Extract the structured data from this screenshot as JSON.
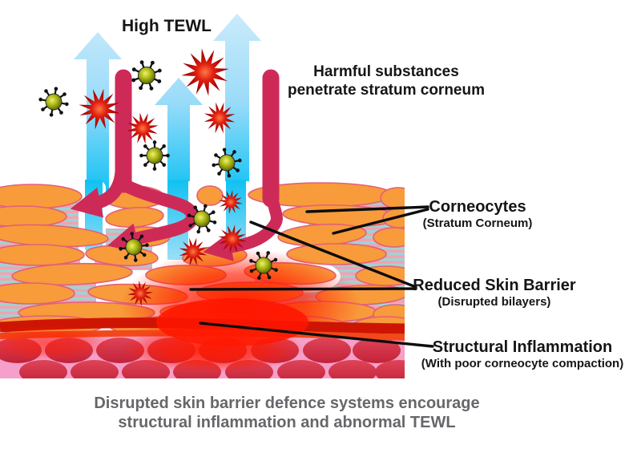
{
  "title": {
    "high_tewl": "High TEWL"
  },
  "annotations": {
    "harmful_line1": "Harmful substances",
    "harmful_line2": "penetrate stratum corneum"
  },
  "labels": {
    "corneocytes": {
      "title": "Corneocytes",
      "subtitle": "(Stratum Corneum)"
    },
    "reduced_barrier": {
      "title": "Reduced Skin Barrier",
      "subtitle": "(Disrupted bilayers)"
    },
    "inflammation": {
      "title": "Structural Inflammation",
      "subtitle": "(With poor corneocyte compaction)"
    }
  },
  "caption": {
    "line1": "Disrupted skin barrier defence systems encourage",
    "line2": "structural inflammation and abnormal TEWL"
  },
  "icons": {
    "tewl_arrow": "up-arrow-gradient-blue",
    "harmful_stream": "crimson-down-stream-arrow",
    "harmful_particle": "red-star-burst",
    "microbe": "green-spiky-microbe"
  },
  "colors": {
    "tewl_arrow_top": "#C3E8FB",
    "tewl_arrow_bottom": "#00BEF3",
    "harmful_stream": "#CE2A58",
    "corneocyte_fill": "#F89B3B",
    "corneocyte_outline": "#E26079",
    "bilayer_teal": "#9ED4D2",
    "bilayer_pink": "#F2A2B3",
    "inflammation_red": "#FF1A00",
    "inflammation_band": "#CE1503",
    "dermis_background": "#F4A0CA",
    "dermis_cell": "#D8304A",
    "microbe_green": "#A8B414",
    "star_red": "#C00000",
    "label_text": "#151515",
    "caption_text": "#66676A"
  }
}
